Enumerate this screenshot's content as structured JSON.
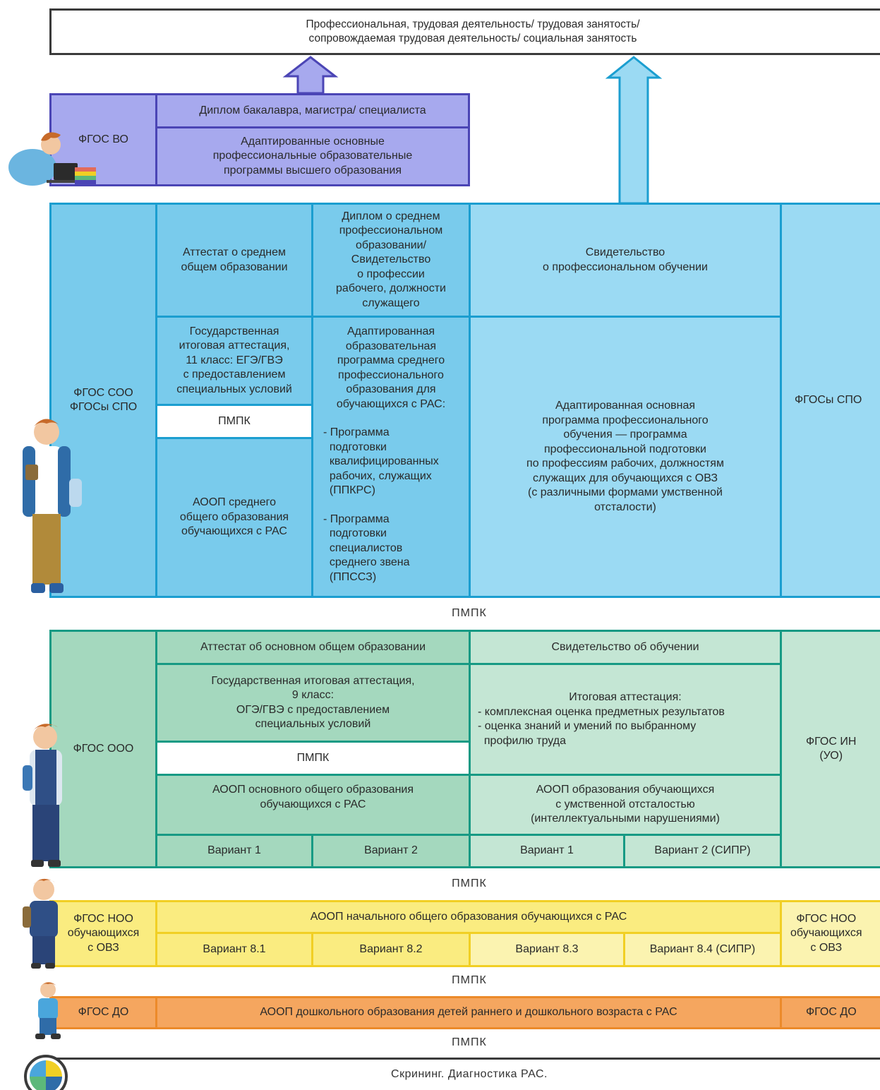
{
  "colors": {
    "purple_fill": "#a7a9ee",
    "purple_border": "#4b45b5",
    "blue_fill": "#79cbec",
    "blue_fill_light": "#9bdaf3",
    "blue_border": "#1b9ed0",
    "green_fill": "#a4d8be",
    "green_fill_light": "#c4e6d4",
    "green_border": "#179a84",
    "yellow_fill": "#faec80",
    "yellow_fill_light": "#fbf3b0",
    "yellow_border": "#f1cf24",
    "orange_fill": "#f5a65f",
    "orange_border": "#ec8a2a",
    "black_border": "#3b3b3b"
  },
  "top_box": "Профессиональная, трудовая деятельность/ трудовая занятость/\nсопровождаемая трудовая деятельность/ социальная занятость",
  "vo": {
    "label": "ФГОС ВО",
    "diploma": "Диплом бакалавра, магистра/ специалиста",
    "program": "Адаптированные основные\nпрофессиональные образовательные\nпрограммы высшего образования"
  },
  "soo": {
    "label": "ФГОС СОО\nФГОСы СПО",
    "attestat": "Аттестат о среднем\nобщем образовании",
    "diploma": "Диплом о среднем\nпрофессиональном\nобразовании/\nСвидетельство\nо профессии\nрабочего, должности\nслужащего",
    "certificate": "Свидетельство\nо профессиональном обучении",
    "gia": "Государственная\nитоговая аттестация,\n11 класс: ЕГЭ/ГВЭ\nс предоставлением\nспециальных условий",
    "pmpk": "ПМПК",
    "aoop": "АООП среднего\nобщего образования\nобучающихся с РАС",
    "spo_program": "Адаптированная\nобразовательная\nпрограмма среднего\nпрофессионального\nобразования для\nобучающихся с РАС:",
    "spo_item1": "- Программа\n  подготовки\n  квалифицированных\n  рабочих, служащих\n  (ППКРС)",
    "spo_item2": "- Программа\n  подготовки\n  специалистов\n  среднего звена\n  (ППССЗ)",
    "vocational": "Адаптированная основная\nпрограмма профессионального\nобучения — программа\nпрофессиональной подготовки\nпо профессиям рабочих, должностям\nслужащих для обучающихся с ОВЗ\n(с различными формами умственной\nотсталости)",
    "right_label": "ФГОСы СПО"
  },
  "pmpk_1": "ПМПК",
  "ooo": {
    "label": "ФГОС ООО",
    "attestat": "Аттестат об основном общем образовании",
    "certificate": "Свидетельство об обучении",
    "gia": "Государственная итоговая аттестация,\n9 класс:\nОГЭ/ГВЭ с предоставлением\nспециальных условий",
    "final_title": "Итоговая аттестация:",
    "final_items": "- комплексная оценка предметных результатов\n- оценка знаний и умений по выбранному\n  профилю труда",
    "pmpk": "ПМПК",
    "aoop_ras": "АООП основного общего образования\nобучающихся с РАС",
    "aoop_uo": "АООП образования обучающихся\nс умственной отсталостью\n(интеллектуальными нарушениями)",
    "v1": "Вариант 1",
    "v2": "Вариант 2",
    "v1b": "Вариант 1",
    "v2b": "Вариант 2 (СИПР)",
    "right_label": "ФГОС ИН\n(УО)"
  },
  "pmpk_2": "ПМПК",
  "noo": {
    "label": "ФГОС НОО\nобучающихся\nс ОВЗ",
    "aoop": "АООП начального общего образования обучающихся с РАС",
    "v81": "Вариант 8.1",
    "v82": "Вариант 8.2",
    "v83": "Вариант 8.3",
    "v84": "Вариант 8.4 (СИПР)",
    "right_label": "ФГОС НОО\nобучающихся\nс ОВЗ"
  },
  "pmpk_3": "ПМПК",
  "do": {
    "label": "ФГОС ДО",
    "aoop": "АООП дошкольного образования детей раннего и дошкольного возраста с РАС",
    "right_label": "ФГОС ДО"
  },
  "pmpk_4": "ПМПК",
  "screening": "Скрининг. Диагностика РАС."
}
